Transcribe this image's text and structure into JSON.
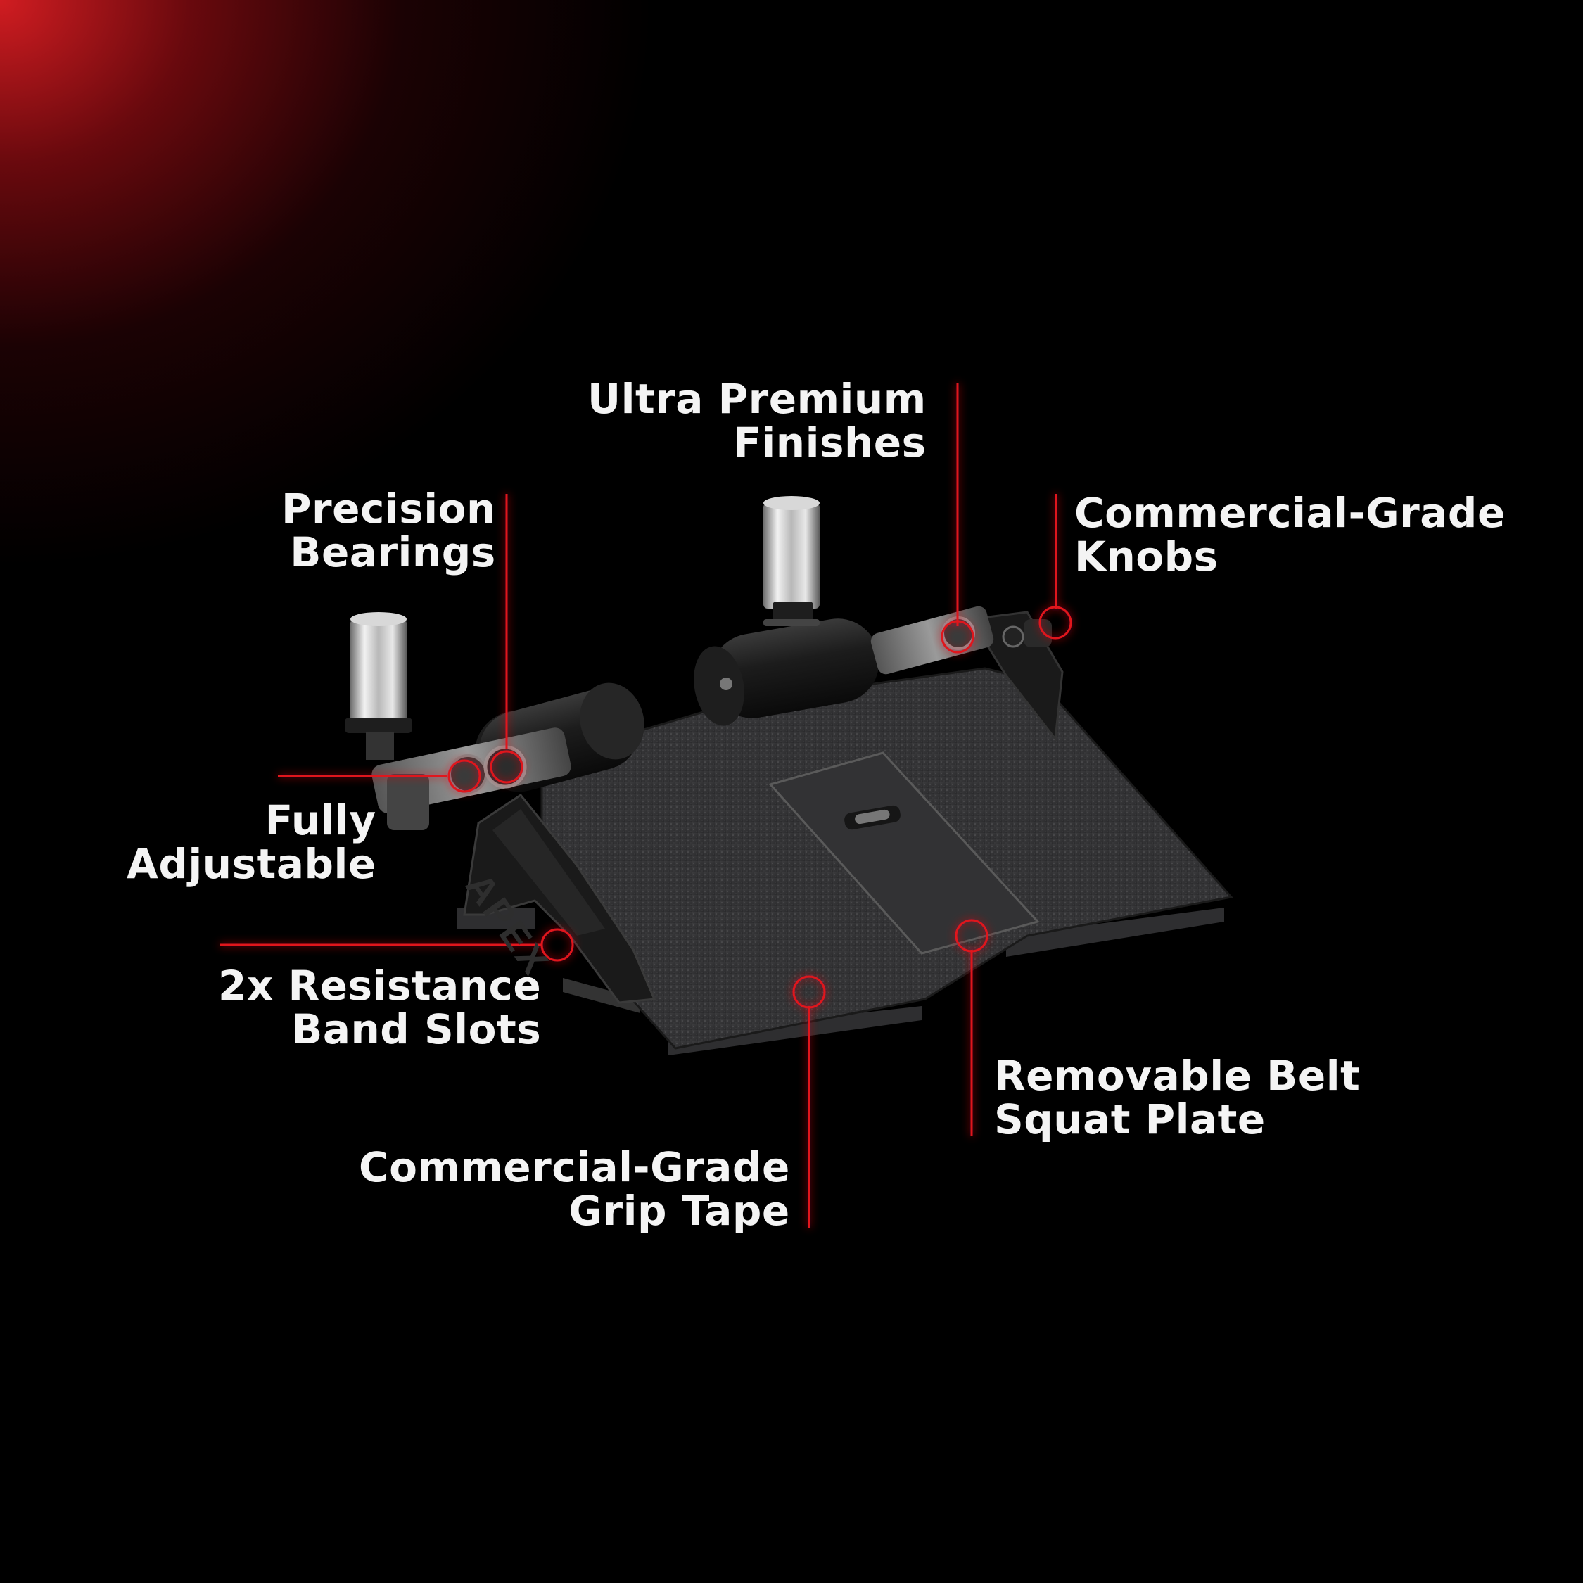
{
  "colors": {
    "accent": "#e0141c",
    "background": "#000000",
    "text": "#f4f4f4"
  },
  "callouts": {
    "ultra_premium": {
      "line1": "Ultra Premium",
      "line2": "Finishes"
    },
    "precision_bearings": {
      "line1": "Precision",
      "line2": "Bearings"
    },
    "commercial_knobs": {
      "line1": "Commercial-Grade",
      "line2": "Knobs"
    },
    "fully_adjustable": {
      "line1": "Fully",
      "line2": "Adjustable"
    },
    "band_slots": {
      "line1": "2x Resistance",
      "line2": "Band Slots"
    },
    "removable_plate": {
      "line1": "Removable Belt",
      "line2": "Squat Plate"
    },
    "grip_tape": {
      "line1": "Commercial-Grade",
      "line2": "Grip Tape"
    }
  },
  "product": {
    "logo_text": "APEX"
  }
}
